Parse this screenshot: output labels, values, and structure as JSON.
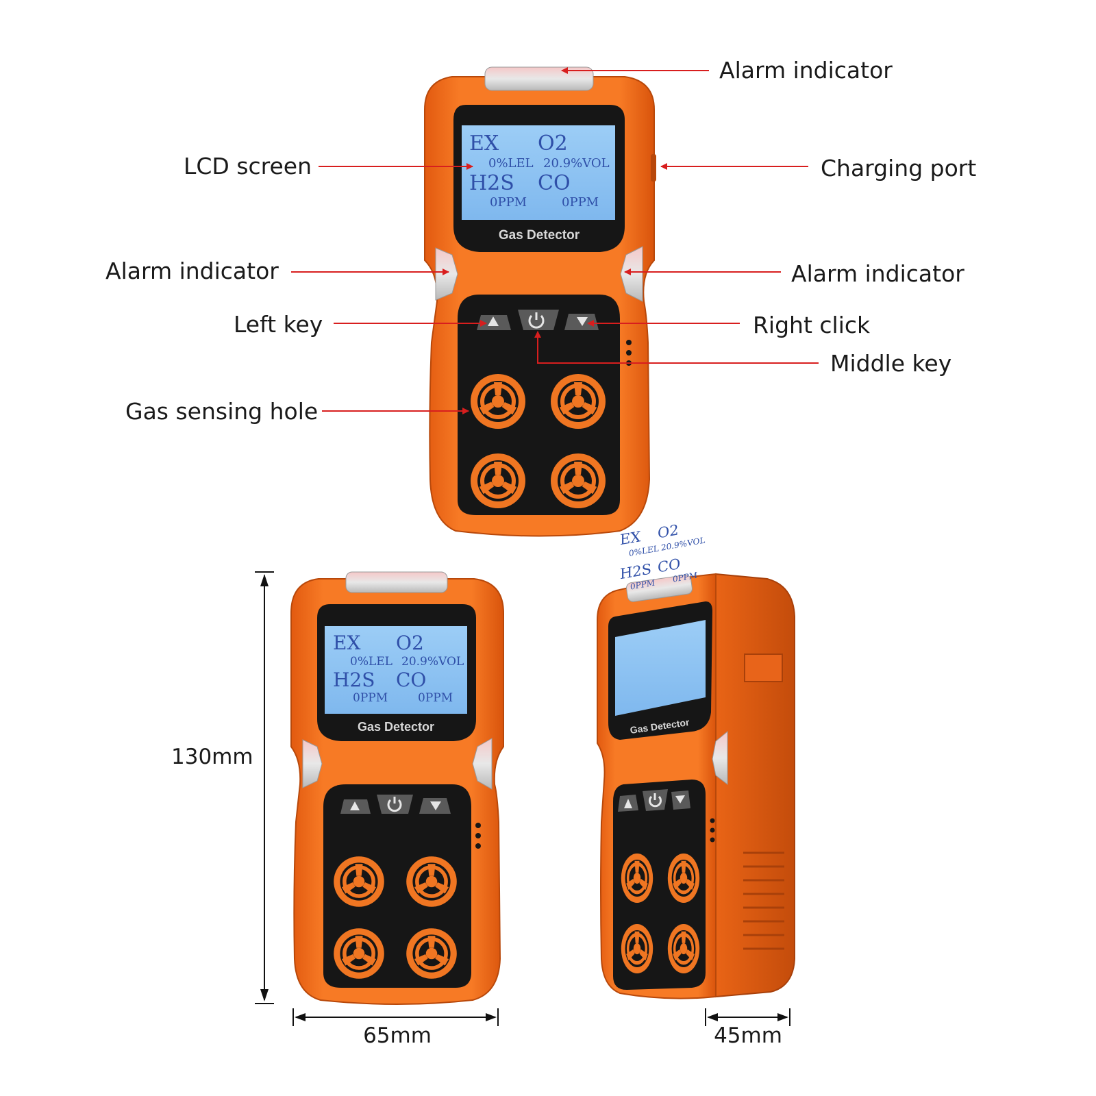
{
  "callouts": {
    "alarm_top": "Alarm indicator",
    "lcd": "LCD screen",
    "charging": "Charging port",
    "alarm_left": "Alarm indicator",
    "alarm_right": "Alarm indicator",
    "left_key": "Left key",
    "right_click": "Right click",
    "middle_key": "Middle key",
    "sensing_hole": "Gas sensing hole"
  },
  "device": {
    "label": "Gas Detector",
    "lcd": {
      "ex": "EX",
      "o2": "O2",
      "ex_val": "0%LEL",
      "o2_val": "20.9%VOL",
      "h2s": "H2S",
      "co": "CO",
      "h2s_val": "0PPM",
      "co_val": "0PPM"
    },
    "side_lcd": {
      "ex": "EX",
      "o2": "O2",
      "ex_val": "0%LEL",
      "o2_val": "20.9%VOL",
      "h2s": "H2S",
      "co": "CO",
      "h2s_val": "0PPM",
      "co_val": "0PPM"
    }
  },
  "dimensions": {
    "height": "130mm",
    "width": "65mm",
    "depth": "45mm"
  },
  "colors": {
    "body": "#f26a1b",
    "body_dark": "#c94e0c",
    "panel": "#161616",
    "lcd": "#8fc4f3",
    "arrow": "#d81e1e"
  }
}
